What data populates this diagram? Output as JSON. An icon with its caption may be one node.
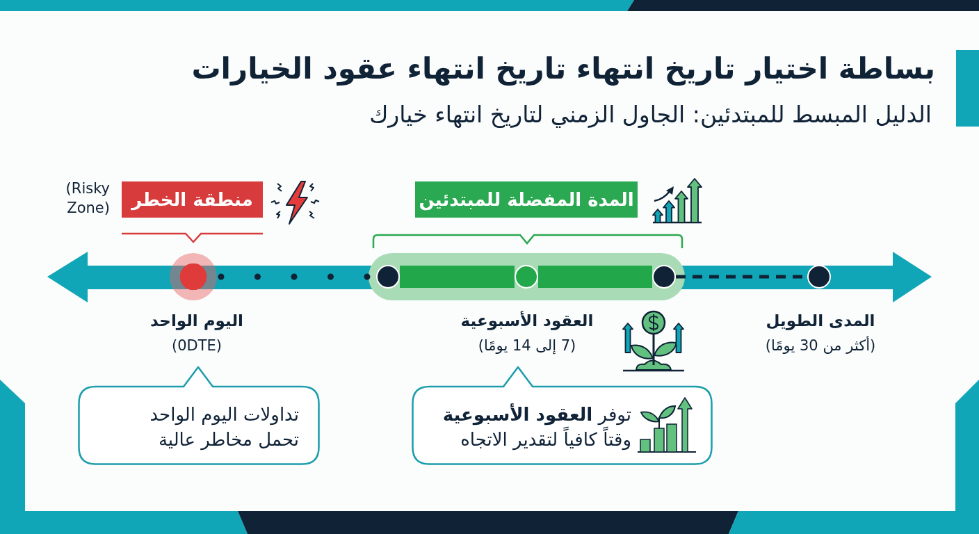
{
  "diagram": {
    "title": "بساطة اختيار تاريخ انتهاء تاريخ انتهاء عقود الخيارات",
    "nodes": [
      {
        "text": [
          "منطقة الخطر"
        ],
        "beside": [
          "(Risky Zone)"
        ]
      },
      {
        "text": [
          "المدة المفضلة للمبتدئين"
        ]
      },
      {
        "text": [],
        "shape": "circle",
        "beside": [
          "اليوم الواحد",
          "(0DTE)"
        ]
      },
      {
        "text": [],
        "shape": "circle"
      },
      {
        "text": [],
        "shape": "circle",
        "beside": [
          "العقود الأسبوعية",
          "(7 إلى 14 يومًا)"
        ]
      },
      {
        "text": [],
        "shape": "circle"
      },
      {
        "text": [],
        "shape": "circle",
        "beside": [
          "المدى الطويل",
          "(أكثر من 30 يومًا)"
        ]
      },
      {
        "text": [
          "تداولات اليوم الواحد تحمل مخاطر عالية"
        ]
      },
      {
        "text": [
          "توفر **العقود الأسبوعية** وقتاً كافياً لتقدير الاتجاه"
        ]
      }
    ],
    "edges": [
      {
        "from": 2,
        "to": 3,
        "arrow": "none",
        "style": "dashed"
      },
      {
        "from": 3,
        "to": 4,
        "arrow": "none",
        "style": "thick",
        "color": "#22a84a"
      },
      {
        "from": 4,
        "to": 5,
        "arrow": "none",
        "style": "thick",
        "color": "#22a84a"
      },
      {
        "from": 5,
        "to": 6,
        "arrow": "none",
        "style": "dashed"
      }
    ],
    "labels": [
      "الدليل المبسط للمبتدئين: الجاول الزمني لتاريخ انتهاء خيارك"
    ]
  }
}
